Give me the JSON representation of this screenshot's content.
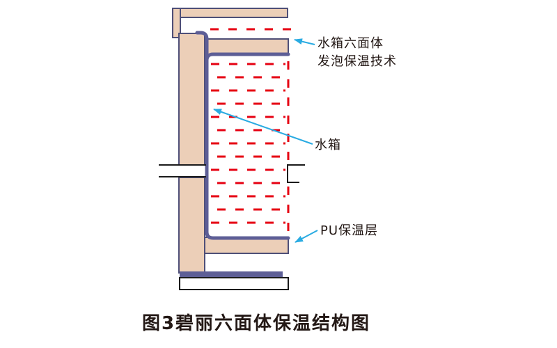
{
  "diagram": {
    "title": "图3碧丽六面体保温结构图",
    "annotations": [
      {
        "id": "foam",
        "line1": "水箱六面体",
        "line2": "发泡保温技术"
      },
      {
        "id": "tank",
        "text": "水箱"
      },
      {
        "id": "pu",
        "text": "PU保温层"
      }
    ],
    "colors": {
      "insulation_fill": "#eccfb8",
      "outline": "#4e4f78",
      "inner_wall": "#5d5e96",
      "water_dash": "#e60012",
      "arrow": "#29abe2",
      "line_black": "#1a1a1a",
      "text": "#231815",
      "background": "#ffffff"
    }
  }
}
